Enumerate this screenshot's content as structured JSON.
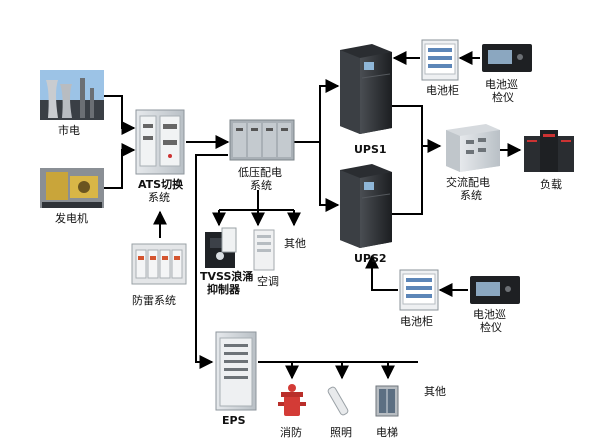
{
  "labels": {
    "city_power": "市电",
    "generator": "发电机",
    "ats_1": "ATS切换",
    "ats_2": "系统",
    "lightning": "防雷系统",
    "lv_1": "低压配电",
    "lv_2": "系统",
    "tvss_1": "TVSS浪涌",
    "tvss_2": "抑制器",
    "ac": "空调",
    "other_top": "其他",
    "ups1": "UPS1",
    "ups2": "UPS2",
    "battery_top": "电池柜",
    "battery_bottom": "电池柜",
    "monitor_top_1": "电池巡",
    "monitor_top_2": "检仪",
    "monitor_bottom_1": "电池巡",
    "monitor_bottom_2": "检仪",
    "ac_dist_1": "交流配电",
    "ac_dist_2": "系统",
    "load": "负载",
    "eps": "EPS",
    "fire": "消防",
    "lighting": "照明",
    "elevator": "电梯",
    "other_bottom": "其他"
  },
  "colors": {
    "line": "#000000",
    "cabinet": "#d8dde2",
    "dark_cabinet": "#2a2d31",
    "fire": "#d33b36"
  },
  "icons": [
    "power-plant-icon",
    "generator-icon",
    "ats-cabinet-icon",
    "surge-arrester-icon",
    "lv-switchgear-icon",
    "tvss-device-icon",
    "air-conditioner-icon",
    "ups-cabinet-icon",
    "battery-cabinet-icon",
    "battery-monitor-icon",
    "ac-distribution-icon",
    "server-rack-icon",
    "eps-cabinet-icon",
    "fire-hydrant-icon",
    "light-tube-icon",
    "elevator-icon"
  ]
}
